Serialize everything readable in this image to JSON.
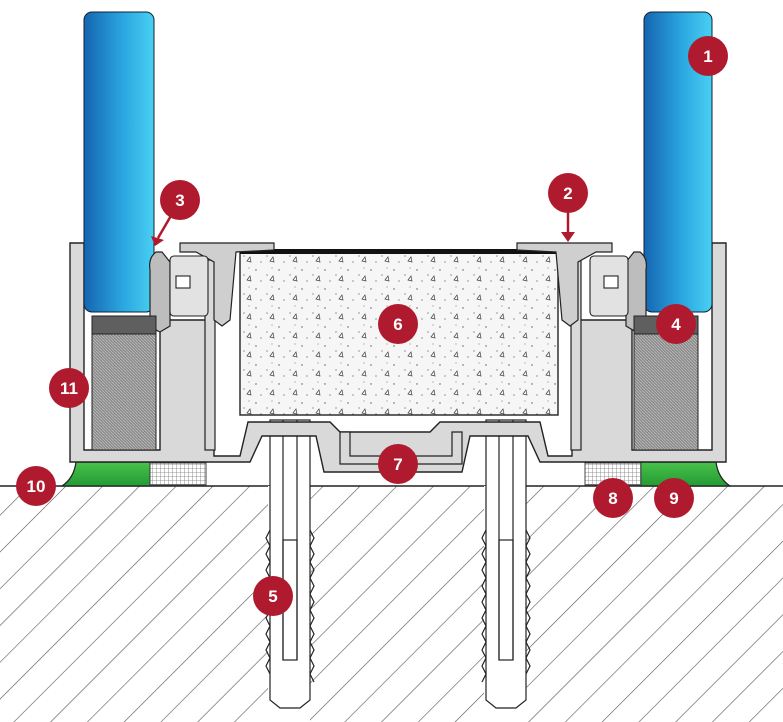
{
  "colors": {
    "callout": "#b01a2e",
    "glass_dark": "#1565b0",
    "glass_light": "#3cc6ee",
    "seal_green": "#35b23f",
    "profile_grey": "#d9d9d9",
    "outline": "#222222",
    "concrete": "#f4f4f4",
    "ground_hatch": "#555555",
    "shim": "#777777"
  },
  "callouts": [
    {
      "id": "glass-pane",
      "label": "1"
    },
    {
      "id": "clamp-cap",
      "label": "2"
    },
    {
      "id": "gasket",
      "label": "3"
    },
    {
      "id": "setting-block",
      "label": "4"
    },
    {
      "id": "anchor",
      "label": "5"
    },
    {
      "id": "concrete-infill",
      "label": "6"
    },
    {
      "id": "base-channel",
      "label": "7"
    },
    {
      "id": "leveling-shim",
      "label": "8"
    },
    {
      "id": "sealant-bead",
      "label": "9"
    },
    {
      "id": "sealant-outer",
      "label": "10"
    },
    {
      "id": "side-packer",
      "label": "11"
    }
  ]
}
